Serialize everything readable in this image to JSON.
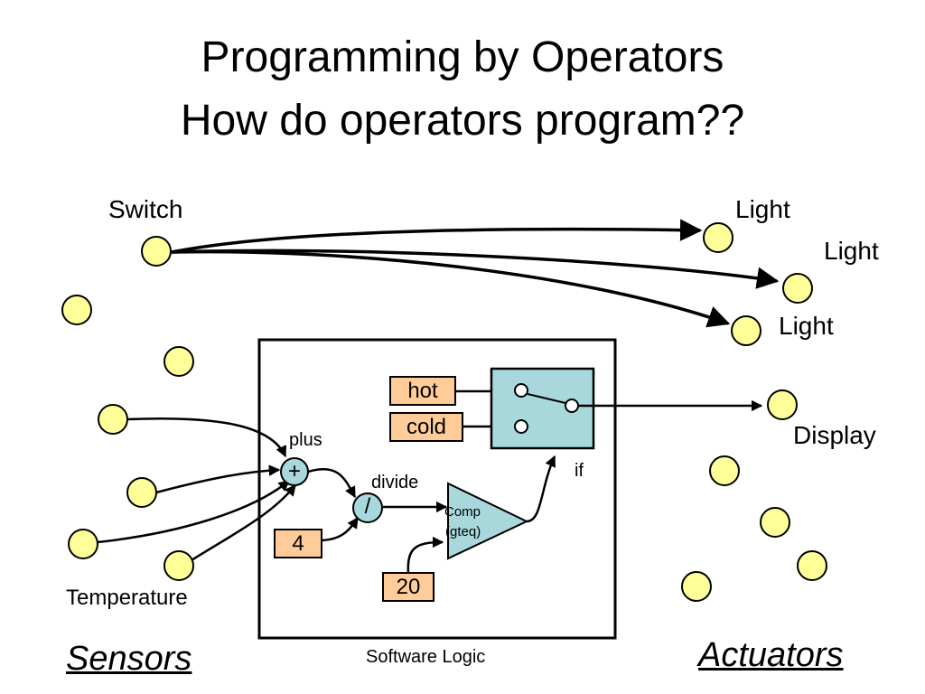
{
  "title": {
    "line1": "Programming by Operators",
    "line2": "How do operators program??"
  },
  "labels": {
    "switch": "Switch",
    "light1": "Light",
    "light2": "Light",
    "light3": "Light",
    "display": "Display",
    "temperature": "Temperature",
    "sensors": "Sensors",
    "actuators": "Actuators",
    "software_logic": "Software Logic",
    "plus": "plus",
    "divide": "divide",
    "if": "if"
  },
  "operators": {
    "plus_symbol": "+",
    "divide_symbol": "/",
    "comp_line1": "Comp",
    "comp_line2": "(gteq)"
  },
  "constants": {
    "hot": "hot",
    "cold": "cold",
    "four": "4",
    "twenty": "20"
  },
  "colors": {
    "node_fill": "#ffff99",
    "constant_fill": "#ffcc99",
    "logic_fill": "#a8d8dc",
    "line": "#000000"
  }
}
